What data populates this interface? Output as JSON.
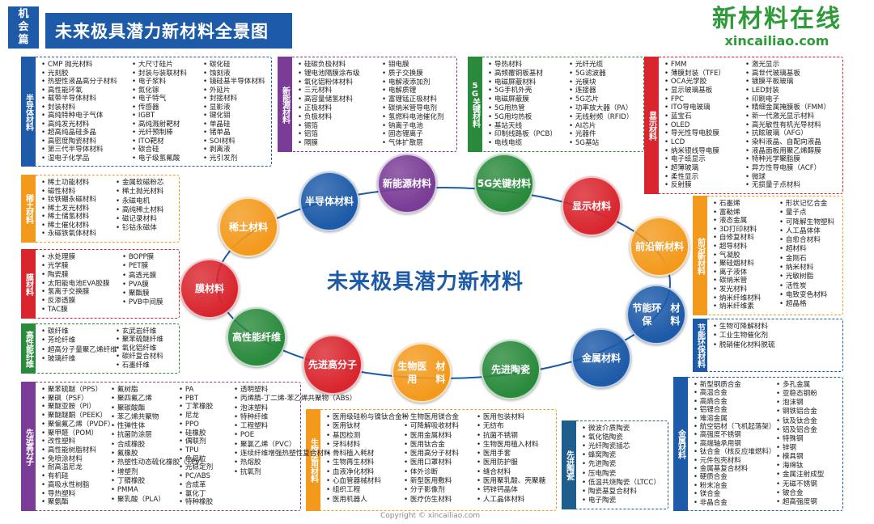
{
  "corner_label": "机会篇",
  "banner_title": "未来极具潜力新材料全景图",
  "logo": {
    "brand": "新材料在线",
    "url": "xincailiao.com"
  },
  "center_title": "未来极具潜力新材料",
  "copyright": "Copyright © xincailiao.com",
  "colors": {
    "blue": "#1d5aa8",
    "orange": "#f39a1d",
    "red": "#d9262e",
    "green": "#2a8a3c",
    "purple": "#7a3c96",
    "teal": "#1f5e8c"
  },
  "circles": [
    {
      "label": "半导体\n材料",
      "color": "#1d5aa8"
    },
    {
      "label": "新能源\n材料",
      "color": "#7a3c96"
    },
    {
      "label": "5G\n关键材料",
      "color": "#2a8a3c"
    },
    {
      "label": "显示材料",
      "color": "#d9262e"
    },
    {
      "label": "前沿\n新材料",
      "color": "#f39a1d"
    },
    {
      "label": "节能环保\n材料",
      "color": "#1d5aa8"
    },
    {
      "label": "金属材料",
      "color": "#1d5aa8"
    },
    {
      "label": "先进陶瓷",
      "color": "#2a8a3c"
    },
    {
      "label": "生物医用\n材料",
      "color": "#f39a1d"
    },
    {
      "label": "先进\n高分子",
      "color": "#d9262e"
    },
    {
      "label": "高性能\n纤维",
      "color": "#2a8a3c"
    },
    {
      "label": "膜材料",
      "color": "#d9262e"
    },
    {
      "label": "稀土材料",
      "color": "#f39a1d"
    }
  ],
  "boxes": {
    "semiconductor": {
      "tab": "半导体材料",
      "cols": [
        [
          "CMP 抛光材料",
          "光刻胶",
          "热塑性液晶高分子材料",
          "高性能环氧",
          "载带半导体材料",
          "封装材料",
          "高纯特种电子气体",
          "高纯发光材料",
          "超高纯晶硅多晶",
          "高密度陶瓷材料",
          "第三代半导体材料",
          "湿电子化学品"
        ],
        [
          "大尺寸硅片",
          "封装与装联材料",
          "电子浆料",
          "氮化镓",
          "电子特气",
          "传感器",
          "IGBT",
          "高纯溅射靶材",
          "光纤预制棒",
          "ITO靶材",
          "碳合硅",
          "电子级氢氟酸"
        ],
        [
          "碳化硅",
          "蚀刻液",
          "镜硅基半导体材料",
          "外延片",
          "封接材料",
          "显影液",
          "键化钼",
          "单晶硅",
          "锗单晶",
          "SOI材料",
          "剥离液",
          "光引发剂"
        ]
      ]
    },
    "newenergy": {
      "tab": "新能源材料",
      "cols": [
        [
          "硅碳负极材料",
          "锂电池隔膜涂布级",
          "氧化铝粉体材料",
          "三元材料",
          "高容量储氢材料",
          "正极材料",
          "负极材料",
          "锡箔",
          "铝箔",
          "隔膜"
        ],
        [
          "钼电膜",
          "质子交换膜",
          "电解液添加剂",
          "电解质锂",
          "富锂锰正极材料",
          "碳纳米管导电剂",
          "氢燃料电池催化剂",
          "钠离子电池",
          "固态锂离子",
          "气体扩散层"
        ]
      ]
    },
    "fiveg": {
      "tab": "5G关键材料",
      "cols": [
        [
          "导热材料",
          "高频覆铜板基材",
          "电磁屏蔽材料",
          "5G手机外壳",
          "电磁屏蔽膜",
          "5G用热管",
          "5G用均热板",
          "基站天线",
          "印制线路板（PCB）",
          "电线电缆"
        ],
        [
          "光纤光缆",
          "5G滤波器",
          "光模块",
          "连接器",
          "5G芯片",
          "功率放大器（PA）",
          "无线射频（RFID）",
          "AI芯片",
          "光器件",
          "5G基站"
        ]
      ]
    },
    "display": {
      "tab": "显示材料",
      "cols": [
        [
          "FMM",
          "薄膜封装（TFE）",
          "OCA光学胶",
          "显示玻璃基板",
          "FPC",
          "ITO导电玻璃",
          "蓝宝石",
          "OLED",
          "导光性导电胶膜",
          "LCD",
          "纳米银线导电膜",
          "电子纸显示",
          "超薄玻璃",
          "柔性显示",
          "反射膜"
        ],
        [
          "激光显示",
          "高世代玻璃基板",
          "镀膜平板玻璃",
          "LED封装",
          "印刷电子",
          "精细金属掩膜板（FMM）",
          "新一代激光显示材料",
          "高光敏性有机光导材料",
          "抗眩玻璃（AFG）",
          "染料液晶、自配向液晶",
          "液晶面板用聚乙烯醇膜",
          "特种光学聚脂膜",
          "异方性导电膜（ACF）",
          "微球",
          "无损量子点材料"
        ]
      ]
    },
    "frontier": {
      "tab": "前沿新材料",
      "cols": [
        [
          "石墨烯",
          "富勒烯",
          "液态金属",
          "3D打印材料",
          "自修复材料",
          "超导材料",
          "气凝胶",
          "聚硅烟材料",
          "离子液体",
          "碳纳米管",
          "发光材料",
          "纳米纤维材料",
          "纳米纤维素"
        ],
        [
          "形状记忆合金",
          "量子点",
          "可降解生物塑料",
          "人工晶体体",
          "自愈合材料",
          "超材料",
          "金刚石",
          "纳米材料",
          "光敏树脂",
          "活性炭",
          "电致变色材料",
          "超晶格"
        ]
      ]
    },
    "energysaving": {
      "tab": "节能环保材料",
      "cols": [
        [
          "生物可降解材料",
          "工业生物催化剂",
          "脱硝催化材料脱硫"
        ]
      ]
    },
    "metal": {
      "tab": "金属材料",
      "cols": [
        [
          "新型钢质合金",
          "高温合金",
          "高熵合金",
          "铝锂合金",
          "难溶金属",
          "航空铝材（飞机起落架）",
          "高强度不锈钢",
          "高端轴承用钢",
          "钛合金（核反应堆燃料）",
          "元件包壳材料",
          "金属基复合材料",
          "硬质合金",
          "粉末冶金",
          "镁合金",
          "非晶合金"
        ],
        [
          "多孔金属",
          "亚稳态钢粉",
          "泡沫钢",
          "钢铁铝合金",
          "钛及钛合金",
          "铝及铝合金",
          "特殊钢",
          "锌钢",
          "模具钢",
          "海绵钛",
          "金属注射成型",
          "无磁不锈钢",
          "铍合金",
          "超高强度钢"
        ]
      ]
    },
    "ceramic": {
      "tab": "先进陶瓷",
      "cols": [
        [
          "微波介质陶瓷",
          "氧化锆陶瓷",
          "光纤陶瓷插芯",
          "蜂窝陶瓷",
          "先进陶瓷",
          "压电陶瓷",
          "低温共烧陶瓷（LTCC）",
          "陶瓷基复合材料",
          "电子陶瓷"
        ]
      ]
    },
    "bio": {
      "tab": "生物医用材料",
      "cols": [
        [
          "医用级硅粉与镍钛合金粉",
          "医用钛材",
          "基因检测",
          "牙科材料",
          "骨科植入耗材",
          "生物再生材料",
          "血液净化材料",
          "心血管器械材料",
          "组织工程",
          "医用机器人"
        ],
        [
          "生物医用镁合金",
          "可降解吸收材料",
          "医用金属材料",
          "医用钛合金",
          "医用高分子材料",
          "医用口罩材料",
          "体外诊断",
          "新型医用敷料",
          "分子影像剂",
          "医疗仿生材料"
        ],
        [
          "医用包装材料",
          "无纺布",
          "抗菌不锈钢",
          "生物医用植入材料",
          "医用手套",
          "医用防护服",
          "缝合材料",
          "医用聚乳酸、壳聚糖",
          "钙锌钙晶体",
          "人工晶体材料"
        ]
      ]
    },
    "polymer": {
      "tab": "先进高分子",
      "cols": [
        [
          "聚苯硫醚（PPS）",
          "聚砜（PSF）",
          "聚醚亚胺（PI）",
          "聚醚醚酮（PEEK）",
          "聚偏氟乙烯（PVDF）",
          "聚甲醛（POM）",
          "改性塑料",
          "高性能树脂材料",
          "免喷涂材料",
          "耐高温尼龙",
          "有机硅",
          "高吸水性树脂",
          "导热塑料",
          "聚氨酯"
        ],
        [
          "氟树脂",
          "聚四氟乙烯",
          "聚碳酸酯",
          "苯乙烯共聚物",
          "性弹性体",
          "抗菌防涂层",
          "合成橡胶",
          "氟橡胶",
          "热塑性动态硫化橡胶（TPV）",
          "增塑剂",
          "丁腈橡胶",
          "PMMA",
          "聚乳酸（PLA）"
        ],
        [
          "PA",
          "PBT",
          "丁苯橡胶",
          "尼龙",
          "PPO",
          "硅橡胶",
          "偶联剂",
          "TPU",
          "色母粒",
          "光稳定剂",
          "PC/ABS",
          "合成革",
          "氯化丁",
          "特种橡胶"
        ],
        [
          "透明塑料",
          "丙烯腈-丁二烯-苯乙烯共聚物（ABS）",
          "泡沫塑料",
          "特种纤维",
          "工程塑料",
          "POE",
          "聚氯乙烯（PVC）",
          "连续纤维增强热塑性复合材料",
          "热熔胶",
          "抗氧剂"
        ]
      ]
    },
    "fiber": {
      "tab": "高性能纤维",
      "cols": [
        [
          "碳纤维",
          "芳纶纤维",
          "超高分子量聚乙烯纤维",
          "玻璃纤维"
        ],
        [
          "玄武岩纤维",
          "聚苯硫醚纤维",
          "氧化铝纤维",
          "碳纤复合材料",
          "石墨纤维"
        ]
      ]
    },
    "membrane": {
      "tab": "膜材料",
      "cols": [
        [
          "水处理膜",
          "光学膜",
          "陶瓷膜",
          "太阳能电池EVA胶膜",
          "氢离子交换膜",
          "反渗透膜",
          "TAC膜"
        ],
        [
          "BOPP膜",
          "PET膜",
          "高透光膜",
          "PVA膜",
          "聚酯膜",
          "PVB中间膜"
        ]
      ]
    },
    "rareearth": {
      "tab": "稀土材料",
      "cols": [
        [
          "稀土功能材料",
          "磁性材料",
          "钕铁硼永磁材料",
          "稀土发光材料",
          "稀土储氢材料",
          "稀土催化材料",
          "永磁铁氧体材料"
        ],
        [
          "金属软磁粉芯",
          "稀土抛光材料",
          "永磁电机",
          "高纯稀土材料",
          "磁记录材料",
          "钐钴永磁体"
        ]
      ]
    }
  }
}
